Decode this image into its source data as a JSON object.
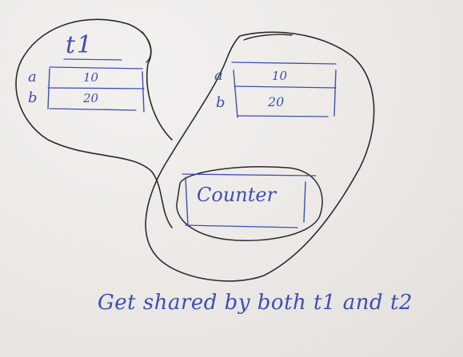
{
  "object1": {
    "label": "t1",
    "fields": [
      {
        "name": "a",
        "value": "10"
      },
      {
        "name": "b",
        "value": "20"
      }
    ]
  },
  "object2": {
    "fields": [
      {
        "name": "a",
        "value": "10"
      },
      {
        "name": "b",
        "value": "20"
      }
    ]
  },
  "shared": {
    "label": "Counter"
  },
  "note": "Get shared by both t1 and t2",
  "colors": {
    "paper": "#ece9e7",
    "pencil": "#2b2b2b",
    "ink": "#3d4fb0"
  }
}
